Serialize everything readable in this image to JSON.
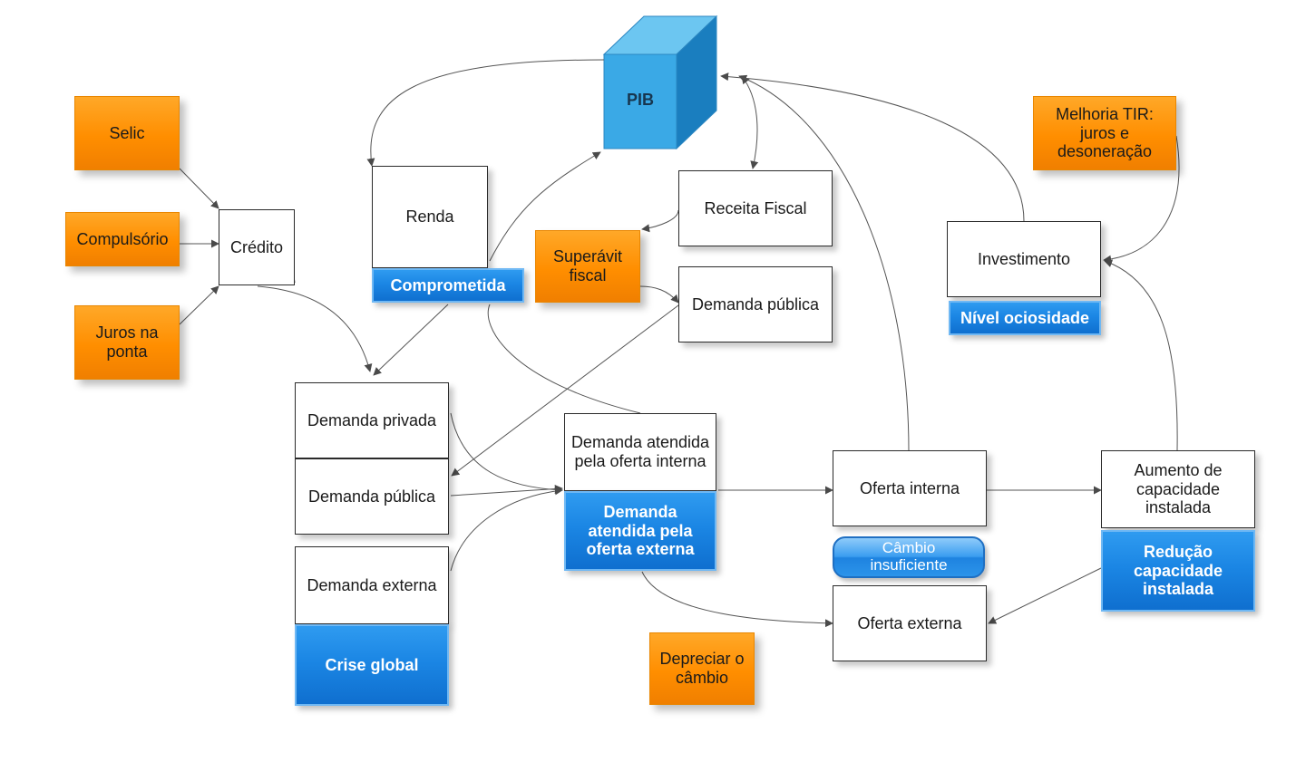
{
  "diagram": {
    "pib": "PIB",
    "selic": "Selic",
    "compulsorio": "Compulsório",
    "juros_na_ponta": "Juros na ponta",
    "credito": "Crédito",
    "renda": "Renda",
    "comprometida": "Comprometida",
    "superavit_fiscal": "Superávit fiscal",
    "receita_fiscal": "Receita Fiscal",
    "demanda_publica_top": "Demanda pública",
    "melhoria_tir": "Melhoria TIR: juros e desoneração",
    "investimento": "Investimento",
    "nivel_ociosidade": "Nível ociosidade",
    "demanda_privada": "Demanda privada",
    "demanda_publica": "Demanda pública",
    "demanda_externa": "Demanda externa",
    "crise_global": "Crise global",
    "demanda_atendida_interna": "Demanda atendida pela oferta interna",
    "demanda_atendida_externa": "Demanda atendida pela oferta externa",
    "oferta_interna": "Oferta interna",
    "cambio_insuficiente": "Câmbio insuficiente",
    "oferta_externa": "Oferta externa",
    "aumento_capacidade": "Aumento de capacidade instalada",
    "reducao_capacidade": "Redução capacidade instalada",
    "depreciar_cambio": "Depreciar o câmbio"
  },
  "colors": {
    "orange": "#ff8e00",
    "blue": "#1b86e4",
    "cube_front": "#39a8e4",
    "cube_top": "#64c2f0",
    "cube_side": "#1b7fbf",
    "edge": "#555555"
  }
}
